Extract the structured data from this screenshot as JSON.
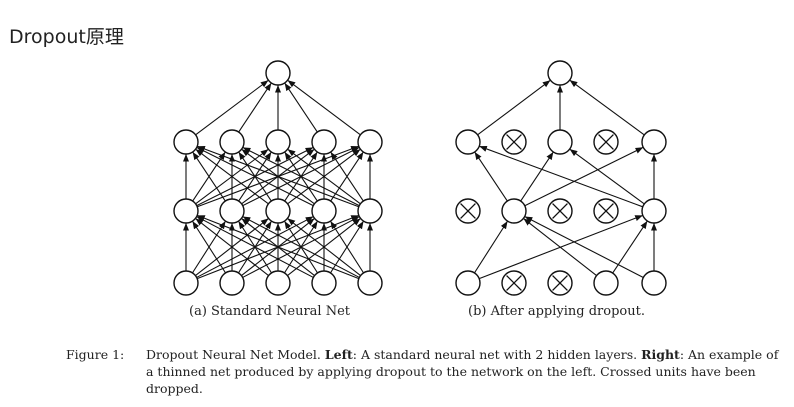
{
  "title": "Dropout原理",
  "diagram": {
    "panel_a_caption": "(a) Standard Neural Net",
    "panel_b_caption": "(b) After applying dropout."
  },
  "caption": {
    "label": "Figure 1:",
    "part1": "Dropout Neural Net Model. ",
    "left_bold": "Left",
    "part2": ": A standard neural net with 2 hidden layers. ",
    "right_bold": "Right",
    "part3": ": An example of a thinned net produced by applying dropout to the network on the left. Crossed units have been dropped."
  }
}
